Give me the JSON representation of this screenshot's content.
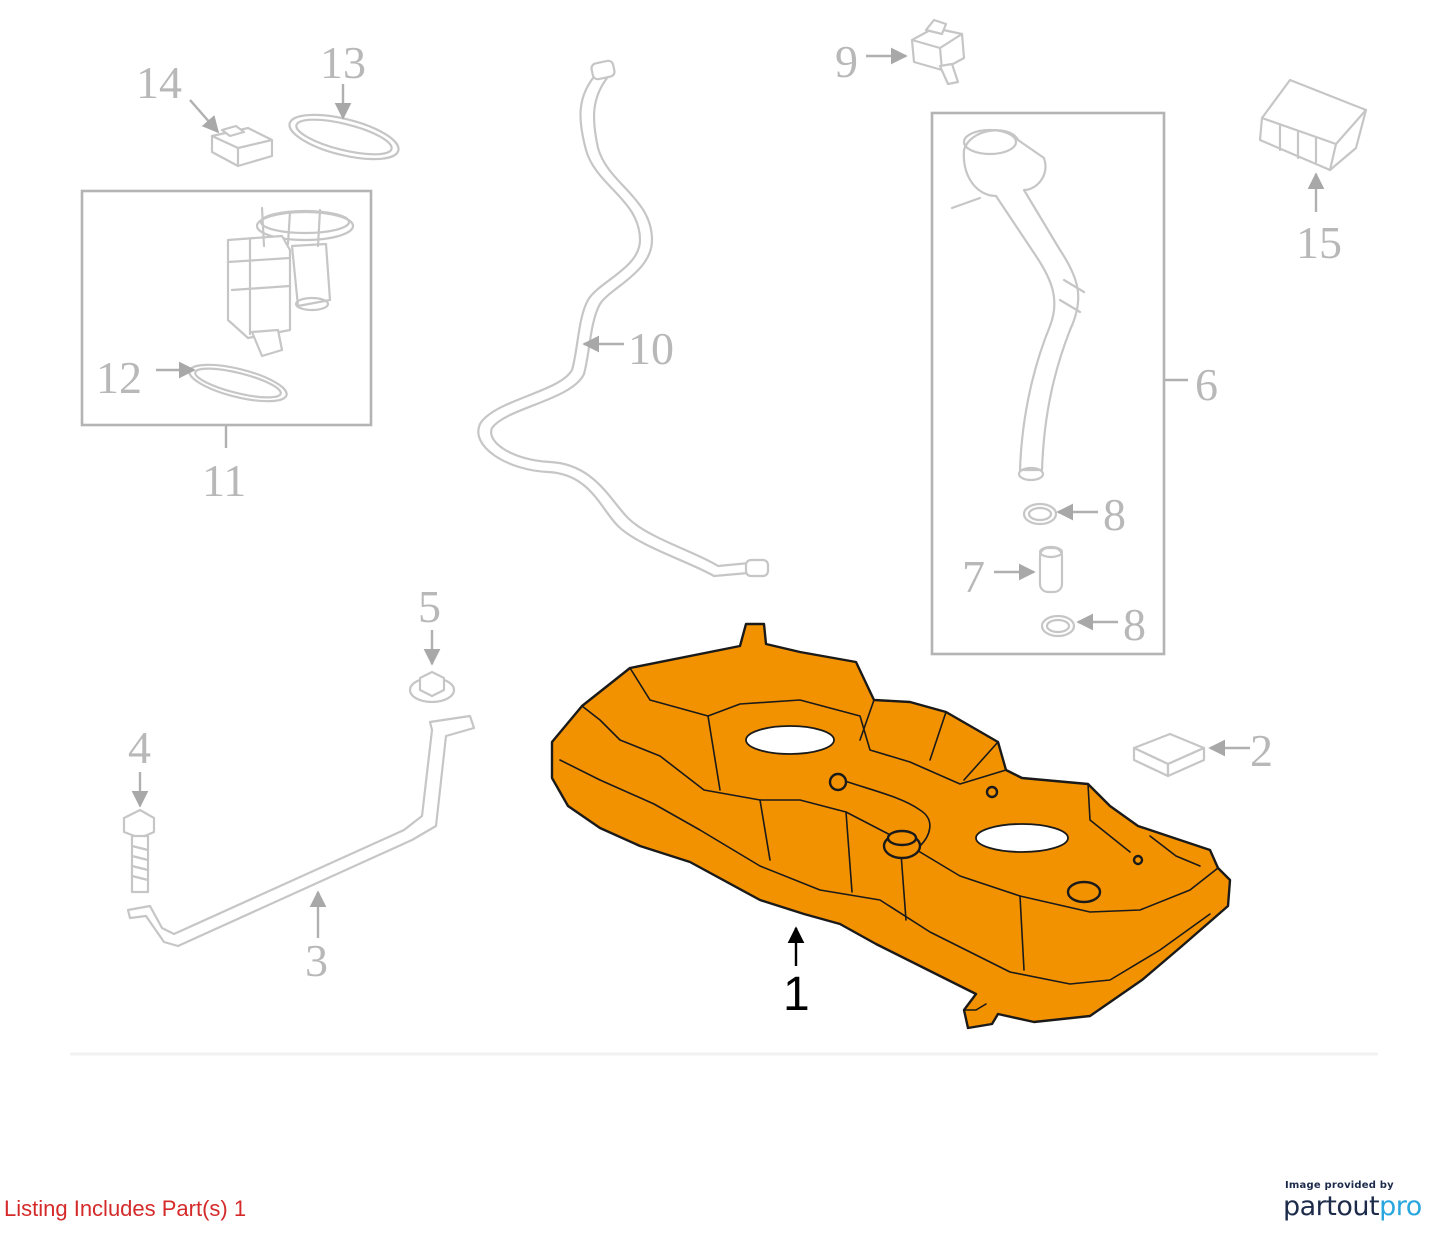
{
  "callouts": {
    "c1": "1",
    "c2": "2",
    "c3": "3",
    "c4": "4",
    "c5": "5",
    "c6": "6",
    "c7": "7",
    "c8a": "8",
    "c8b": "8",
    "c9": "9",
    "c10": "10",
    "c11": "11",
    "c12": "12",
    "c13": "13",
    "c14": "14",
    "c15": "15"
  },
  "footer": {
    "note": "Listing Includes Part(s) 1",
    "credit_caption": "Image provided by",
    "credit_brand_a": "partout",
    "credit_brand_b": "pro"
  },
  "colors": {
    "highlight": "#f39200",
    "note": "#d42a2a",
    "brand_dark": "#1d2b4a",
    "brand_accent": "#2aa6df"
  }
}
